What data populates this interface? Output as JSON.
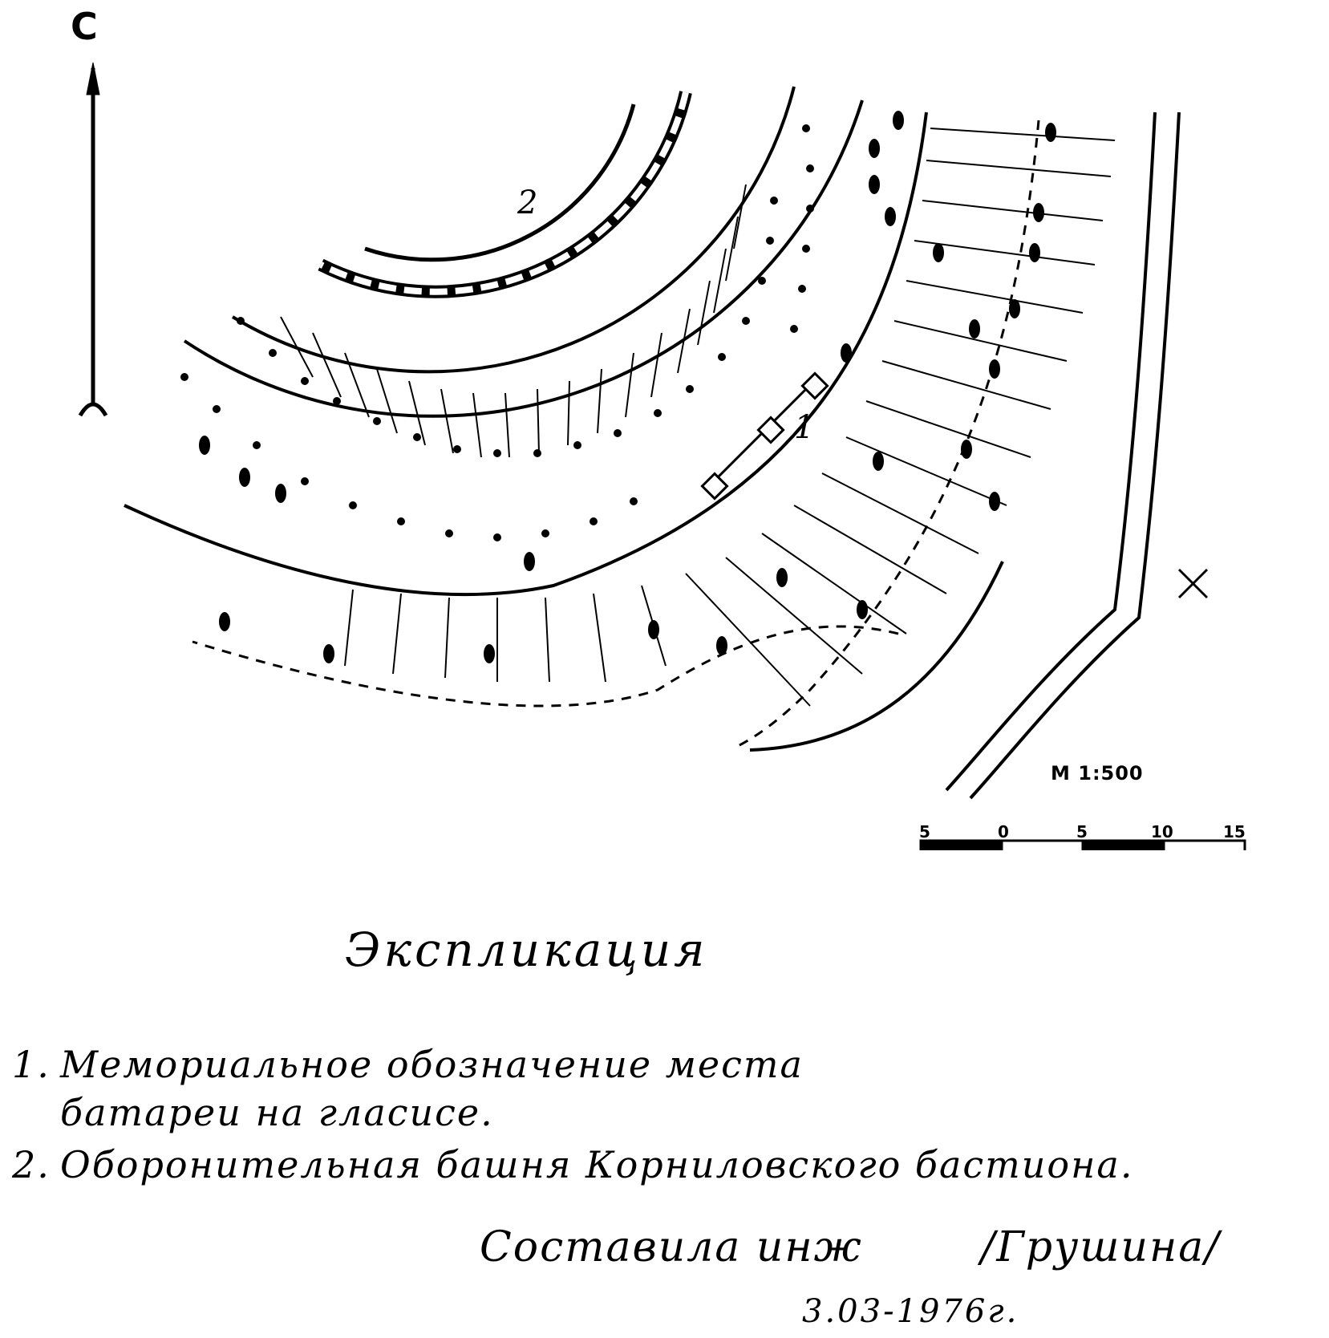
{
  "north": {
    "letter": "С",
    "icon": "north-arrow-icon"
  },
  "plan_labels": {
    "tower": "2",
    "battery": "1"
  },
  "scale": {
    "text": "М 1:500",
    "ticks": [
      "5",
      "0",
      "5",
      "10",
      "15"
    ]
  },
  "legend": {
    "title": "Экспликация",
    "items": [
      {
        "num": "1.",
        "line1": "Мемориальное обозначение места",
        "line2": "батареи на гласисе."
      },
      {
        "num": "2.",
        "line1": "Оборонительная башня Корниловского бастиона."
      }
    ]
  },
  "signature": {
    "compiled": "Составила инж",
    "name": "/Грушина/",
    "date": "3.03-1976г."
  },
  "colors": {
    "ink": "#000000",
    "paper": "#ffffff"
  }
}
